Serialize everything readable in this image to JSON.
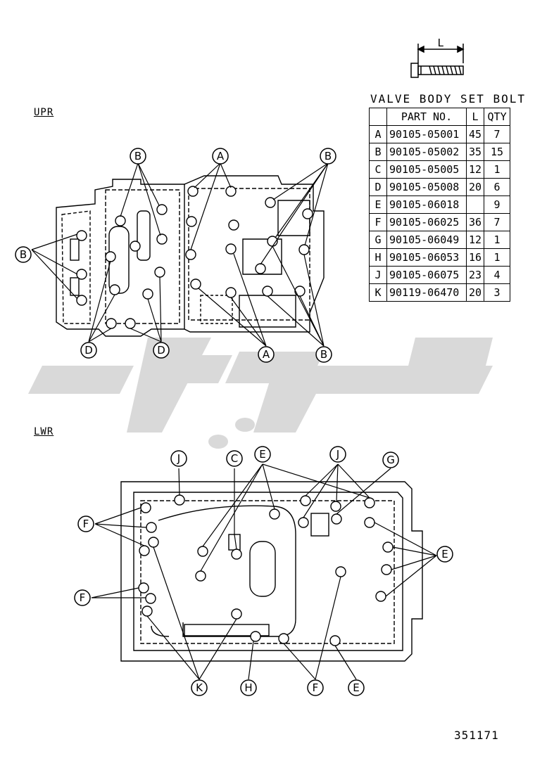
{
  "bolt_dimension_label": "L",
  "table": {
    "title": "VALVE BODY SET BOLT",
    "headers": [
      "",
      "PART NO.",
      "L",
      "QTY"
    ],
    "rows": [
      {
        "code": "A",
        "part_no": "90105-05001",
        "length": "45",
        "qty": "7"
      },
      {
        "code": "B",
        "part_no": "90105-05002",
        "length": "35",
        "qty": "15"
      },
      {
        "code": "C",
        "part_no": "90105-05005",
        "length": "12",
        "qty": "1"
      },
      {
        "code": "D",
        "part_no": "90105-05008",
        "length": "20",
        "qty": "6"
      },
      {
        "code": "E",
        "part_no": "90105-06018",
        "length": "",
        "qty": "9"
      },
      {
        "code": "F",
        "part_no": "90105-06025",
        "length": "36",
        "qty": "7"
      },
      {
        "code": "G",
        "part_no": "90105-06049",
        "length": "12",
        "qty": "1"
      },
      {
        "code": "H",
        "part_no": "90105-06053",
        "length": "16",
        "qty": "1"
      },
      {
        "code": "J",
        "part_no": "90105-06075",
        "length": "23",
        "qty": "4"
      },
      {
        "code": "K",
        "part_no": "90119-06470",
        "length": "20",
        "qty": "3"
      }
    ]
  },
  "sections": {
    "upper": "UPR",
    "lower": "LWR"
  },
  "callouts": {
    "upper": [
      "B",
      "A",
      "B",
      "B",
      "D",
      "D",
      "A",
      "B"
    ],
    "lower": [
      "J",
      "C",
      "E",
      "J",
      "G",
      "F",
      "E",
      "F",
      "K",
      "H",
      "F",
      "E"
    ]
  },
  "drawing_number": "351171",
  "colors": {
    "line": "#000000",
    "watermark": "#d9d9d9"
  }
}
